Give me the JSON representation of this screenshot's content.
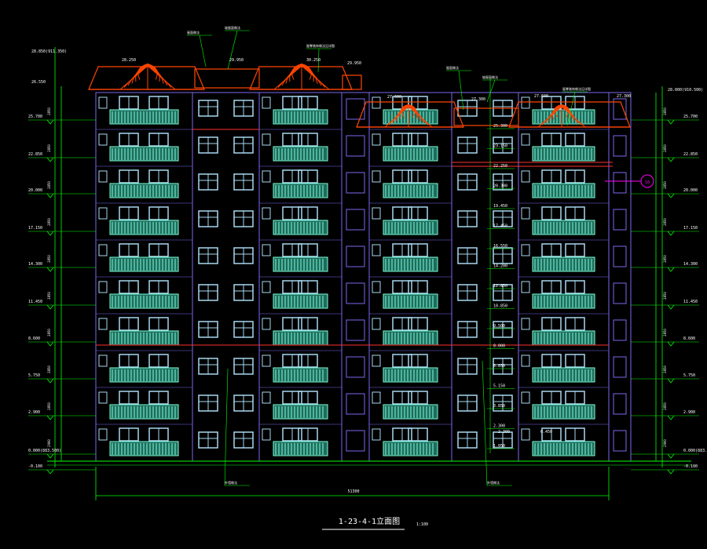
{
  "title": "1-23-4-1立面图",
  "scale": "1:100",
  "top_note": "28.850(911.350)",
  "roof_note_left": "26.550",
  "roof_note_right": "28.000(910.500)",
  "ridge_labels": [
    "28.250",
    "29.950",
    "30.250",
    "29.950",
    "27.600",
    "27.300",
    "27.600",
    "27.300"
  ],
  "levels_left": [
    "25.700",
    "22.850",
    "20.000",
    "17.150",
    "14.300",
    "11.450",
    "8.600",
    "5.750",
    "2.900",
    "0.000(883.500)",
    "-0.100"
  ],
  "levels_right": [
    "25.700",
    "22.850",
    "20.000",
    "17.150",
    "14.300",
    "11.450",
    "8.600",
    "5.750",
    "2.900",
    "0.000(883.500)",
    "-0.100"
  ],
  "mid_levels": [
    "25.300",
    "23.150",
    "22.250",
    "20.300",
    "19.450",
    "17.450",
    "16.550",
    "14.200",
    "12.850",
    "10.850",
    "9.500",
    "8.000",
    "6.850",
    "5.150",
    "3.850",
    "2.300",
    "1.050"
  ],
  "small_note": "2.300",
  "small_note2": "0.450",
  "overall_width": "51300",
  "side_dims_left": [
    "2900",
    "2850",
    "2850",
    "2850",
    "2850",
    "2850",
    "2850",
    "2850",
    "2850",
    "2850"
  ],
  "side_dims_right": [
    "2900",
    "2850",
    "2850",
    "2850",
    "2850",
    "2850",
    "2850",
    "2850",
    "2850",
    "2850"
  ],
  "annotations_top": [
    "屋面做法",
    "坡屋面做法",
    "屋脊装饰做法见详图",
    "屋面做法",
    "坡屋面做法",
    "屋脊装饰做法见详图"
  ],
  "annotations_bottom": [
    "外墙做法",
    "外墙做法"
  ],
  "axis_marker": "10",
  "colors": {
    "background": "#000000",
    "outline": "#7b68ee",
    "glass": "#a8d8f0",
    "balcony": "#7fffd4",
    "roof": "#ff4500",
    "dim": "#00ff00",
    "text": "#ffffff",
    "marker": "#ff00ff"
  }
}
